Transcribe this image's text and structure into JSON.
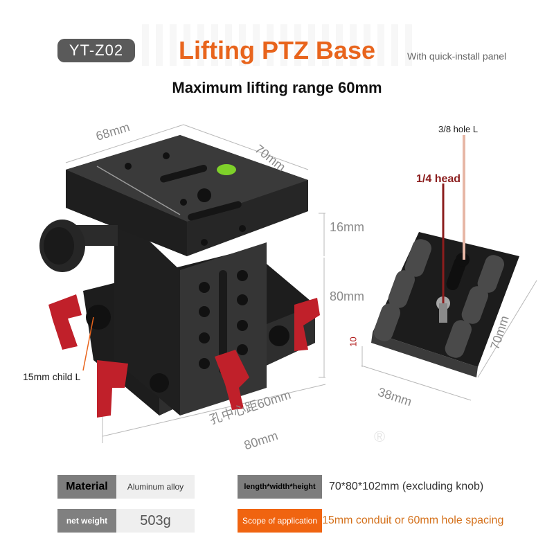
{
  "header": {
    "model": "YT-Z02",
    "title": "Lifting PTZ Base",
    "title_note": "With quick-install panel",
    "subtitle": "Maximum lifting range 60mm"
  },
  "dimensions": {
    "top_width": "68mm",
    "top_depth": "70mm",
    "top_height": "16mm",
    "body_height": "80mm",
    "base_width": "80mm",
    "hole_spacing": "孔中心距60mm",
    "plate_width": "38mm",
    "plate_length": "70mm",
    "plate_thickness": "10"
  },
  "callouts": {
    "hole_38": "3/8 hole L",
    "head_14": "1/4 head",
    "rod_15": "15mm child L"
  },
  "specs": {
    "material_label": "Material",
    "material_value": "Aluminum alloy",
    "size_label": "length*width*height",
    "size_value": "70*80*102mm (excluding knob)",
    "weight_label": "net weight",
    "weight_value": "503g",
    "scope_label": "Scope of application",
    "scope_value": "15mm conduit or 60mm hole spacing"
  },
  "colors": {
    "accent": "#e8641c",
    "anodized_red": "#c0202a",
    "body": "#2a2a2a"
  }
}
